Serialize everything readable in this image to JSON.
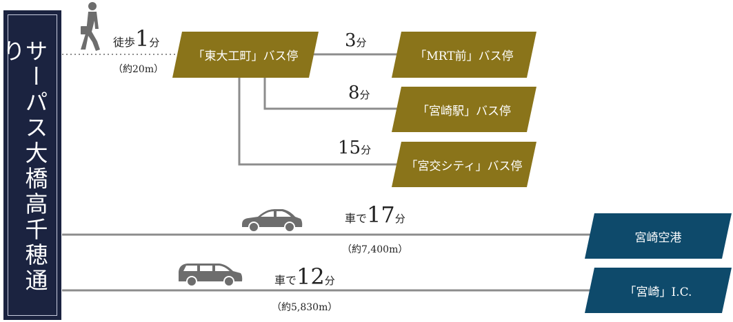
{
  "origin": {
    "label": "サーパス大橋高千穂通り"
  },
  "walk": {
    "prefix": "徒歩",
    "minutes": "1",
    "unit": "分",
    "distance": "（約20m）"
  },
  "bus_origin": {
    "label": "「東大工町」バス停"
  },
  "bus_routes": [
    {
      "minutes": "3",
      "unit": "分",
      "label": "「MRT前」バス停"
    },
    {
      "minutes": "8",
      "unit": "分",
      "label": "「宮崎駅」バス停"
    },
    {
      "minutes": "15",
      "unit": "分",
      "label": "「宮交シティ」バス停"
    }
  ],
  "car_routes": [
    {
      "prefix": "車で",
      "minutes": "17",
      "unit": "分",
      "distance": "（約7,400m）",
      "label": "宮崎空港"
    },
    {
      "prefix": "車で",
      "minutes": "12",
      "unit": "分",
      "distance": "（約5,830m）",
      "label": "「宮崎」I.C."
    }
  ],
  "colors": {
    "navy_panel": "#1b2340",
    "gold": "#8a741a",
    "teal_navy": "#0e4a6b",
    "line": "#8c8c8c",
    "icon": "#6d6d6d"
  },
  "icons": [
    "walking-person-icon",
    "sedan-car-icon",
    "minivan-car-icon"
  ]
}
